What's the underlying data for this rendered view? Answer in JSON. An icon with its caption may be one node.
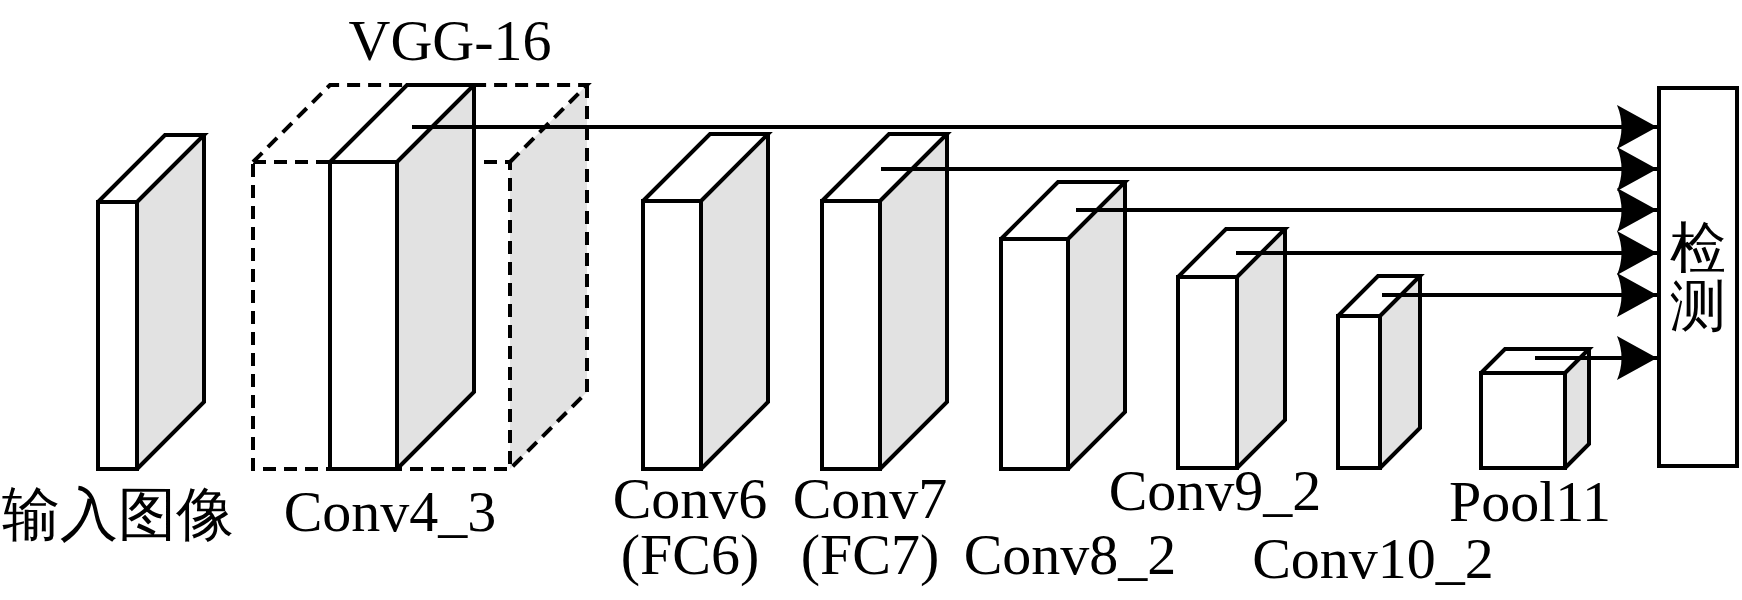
{
  "diagram": {
    "nodes": [
      {
        "text": [
          "输入图像"
        ]
      },
      {
        "text": [
          "VGG-16"
        ]
      },
      {
        "text": [
          "Conv4_3"
        ],
        "in": 1
      },
      {
        "text": [
          "Conv6 (FC6)"
        ]
      },
      {
        "text": [
          "Conv7 (FC7)"
        ]
      },
      {
        "text": [
          "Conv8_2"
        ]
      },
      {
        "text": [
          "Conv9_2"
        ]
      },
      {
        "text": [
          "Conv10_2"
        ]
      },
      {
        "text": [
          "Pool11"
        ]
      },
      {
        "text": [
          "检测"
        ]
      }
    ],
    "edges": [
      {
        "from": 2,
        "to": 9,
        "arrow": "to"
      },
      {
        "from": 4,
        "to": 9,
        "arrow": "to"
      },
      {
        "from": 5,
        "to": 9,
        "arrow": "to"
      },
      {
        "from": 6,
        "to": 9,
        "arrow": "to"
      },
      {
        "from": 7,
        "to": 9,
        "arrow": "to"
      },
      {
        "from": 8,
        "to": 9,
        "arrow": "to"
      }
    ]
  }
}
